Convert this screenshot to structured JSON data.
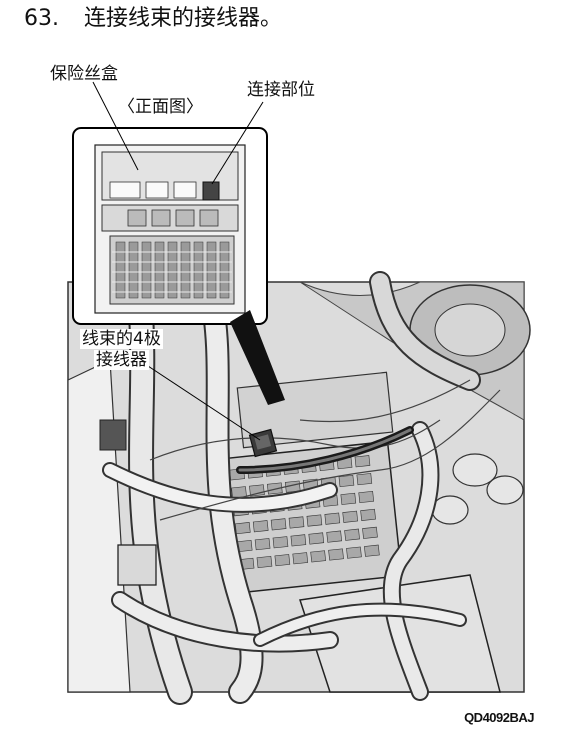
{
  "step": {
    "number": "63.",
    "title": "连接线束的接线器。"
  },
  "labels": {
    "fuse_box": "保险丝盒",
    "front_view": "〈正面图〉",
    "connection_point": "连接部位",
    "harness_connector": [
      "线束的4极",
      "接线器"
    ]
  },
  "figure_code": "QD4092BAJ",
  "colors": {
    "line": "#1a1a1a",
    "harness": "#2a2a2a",
    "fill_light": "#e8e8e8",
    "fill_mid": "#c4c4c4",
    "fill_dark": "#8a8a8a"
  }
}
